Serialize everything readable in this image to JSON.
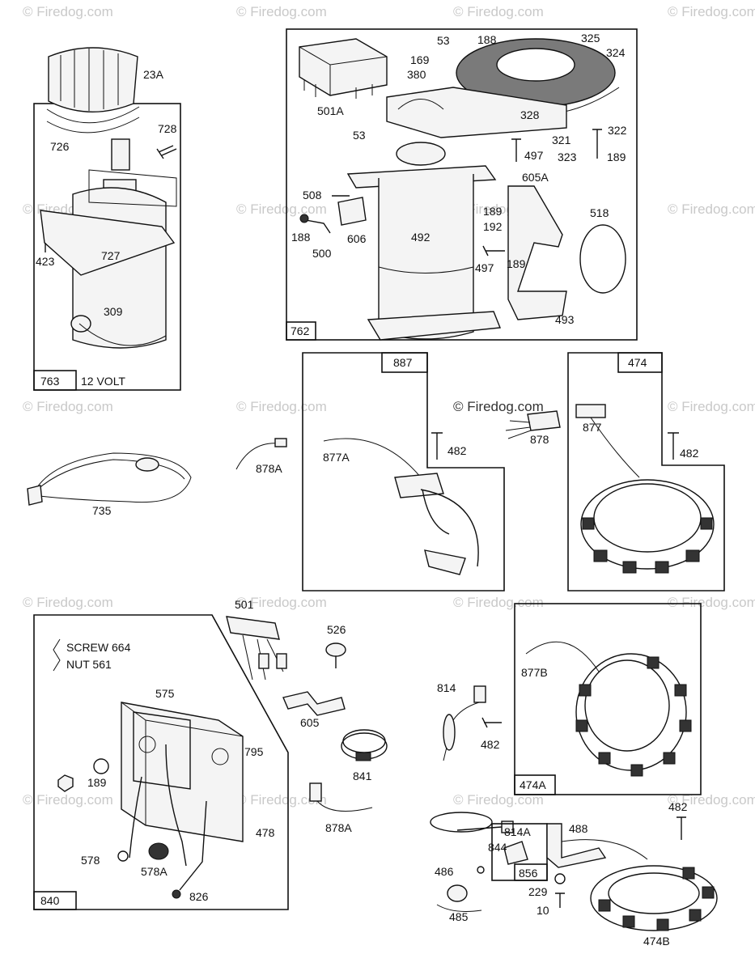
{
  "watermark": "© Firedog.com",
  "sections": {
    "starter_12v": {
      "box_number": "763",
      "caption": "12 VOLT"
    },
    "starter_motor_gen": {
      "box_number": "762"
    },
    "alternator_887": {
      "box_number": "887"
    },
    "alternator_474": {
      "box_number": "474"
    },
    "regulator_box": {
      "box_number": "840",
      "note_lines": [
        "SCREW 664",
        "NUT 561"
      ]
    },
    "alternator_474A": {
      "box_number": "474A"
    },
    "alternator_856": {
      "box_number": "856"
    }
  },
  "part_numbers": {
    "p23A": "23A",
    "p726": "726",
    "p728": "728",
    "p727": "727",
    "p423": "423",
    "p309": "309",
    "p53a": "53",
    "p169": "169",
    "p380": "380",
    "p188a": "188",
    "p325": "325",
    "p324": "324",
    "p501A": "501A",
    "p328": "328",
    "p53b": "53",
    "p322": "322",
    "p321": "321",
    "p323": "323",
    "p189a": "189",
    "p497a": "497",
    "p605A": "605A",
    "p508": "508",
    "p492": "492",
    "p188b": "188",
    "p606": "606",
    "p500": "500",
    "p189b": "189",
    "p192": "192",
    "p518": "518",
    "p497b": "497",
    "p189c": "189",
    "p493": "493",
    "p877A": "877A",
    "p482a": "482",
    "p878": "878",
    "p877": "877",
    "p482b": "482",
    "p878A": "878A",
    "p735": "735",
    "p501": "501",
    "p526": "526",
    "p575": "575",
    "p605": "605",
    "p795": "795",
    "p189d": "189",
    "p841": "841",
    "p478": "478",
    "p578": "578",
    "p578A": "578A",
    "p826": "826",
    "p878Ab": "878A",
    "p814": "814",
    "p482c": "482",
    "p877B": "877B",
    "p814A": "814A",
    "p488": "488",
    "p482d": "482",
    "p486": "486",
    "p844": "844",
    "p229": "229",
    "p10": "10",
    "p485": "485",
    "p474B": "474B"
  }
}
